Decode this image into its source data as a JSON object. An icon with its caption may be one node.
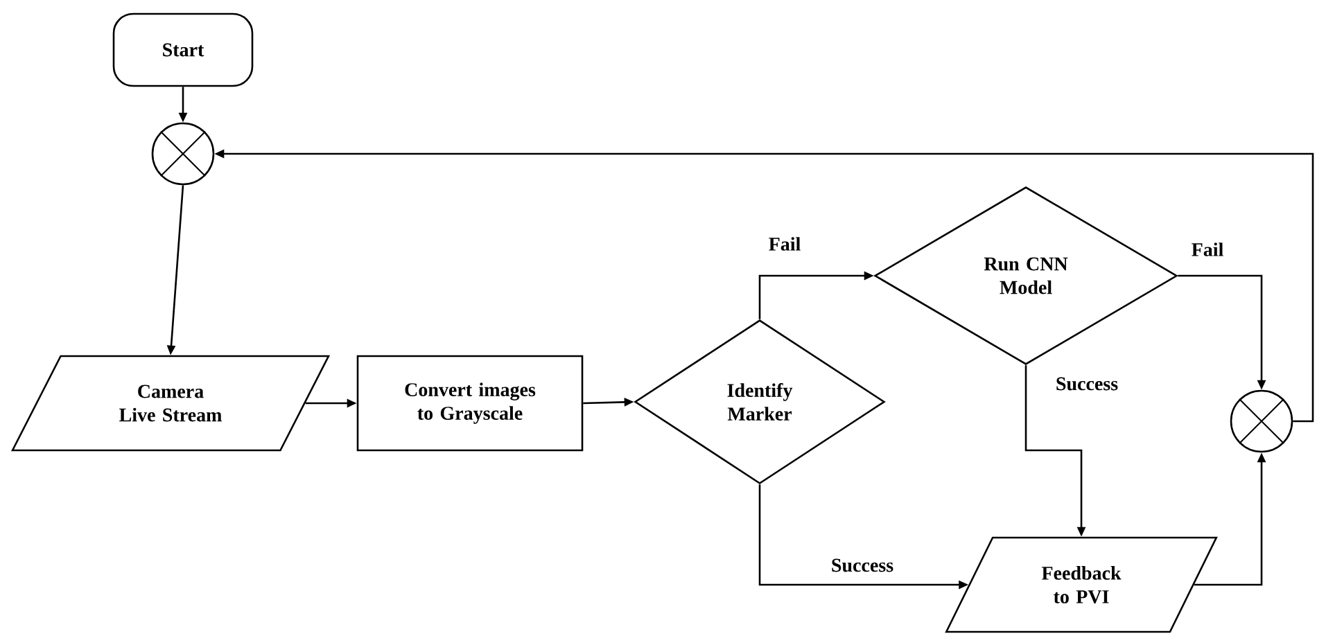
{
  "diagram": {
    "nodes": [
      {
        "text": [
          "Start"
        ]
      },
      {
        "text": [],
        "shape": "circle"
      },
      {
        "text": [
          "Camera Live Stream"
        ]
      },
      {
        "text": [
          "Convert images to Grayscale"
        ]
      },
      {
        "text": [
          "Identify Marker"
        ]
      },
      {
        "text": [
          "Run CNN Model"
        ]
      },
      {
        "text": [
          "Feedback to PVI"
        ]
      },
      {
        "text": [],
        "shape": "circle"
      }
    ],
    "edges": [
      {
        "from": 0,
        "to": 1,
        "arrow": "to"
      },
      {
        "from": 1,
        "to": 2,
        "arrow": "to"
      },
      {
        "from": 2,
        "to": 3,
        "arrow": "to"
      },
      {
        "from": 3,
        "to": 4,
        "arrow": "to"
      },
      {
        "from": 4,
        "to": 5,
        "arrow": "to",
        "label": "Fail"
      },
      {
        "from": 4,
        "to": 6,
        "arrow": "to",
        "label": "Success"
      },
      {
        "from": 5,
        "to": 6,
        "arrow": "to",
        "label": "Success"
      },
      {
        "from": 5,
        "to": 7,
        "arrow": "to",
        "label": "Fail"
      },
      {
        "from": 6,
        "to": 7,
        "arrow": "to"
      },
      {
        "from": 7,
        "to": 1,
        "arrow": "to"
      }
    ]
  }
}
